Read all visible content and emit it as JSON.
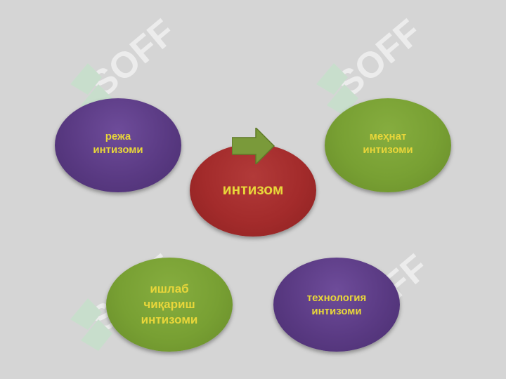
{
  "diagram": {
    "center": {
      "label": "интизом"
    },
    "nodes": [
      {
        "id": "reja",
        "label": "режа\nинтизоми"
      },
      {
        "id": "mehnat",
        "label": "меҳнат\nинтизоми"
      },
      {
        "id": "ishlab",
        "label": "ишлаб\nчиқариш\nинтизоми"
      },
      {
        "id": "texnologiya",
        "label": "технология\nинтизоми"
      }
    ]
  },
  "colors": {
    "background": "#d5d5d5",
    "purple": "#5a3a83",
    "green": "#78a033",
    "red": "#a32b2b",
    "label_yellow": "#e8d63a",
    "arrow_green": "#7a9a3a"
  },
  "watermark_icon": "soff-logo-icon"
}
